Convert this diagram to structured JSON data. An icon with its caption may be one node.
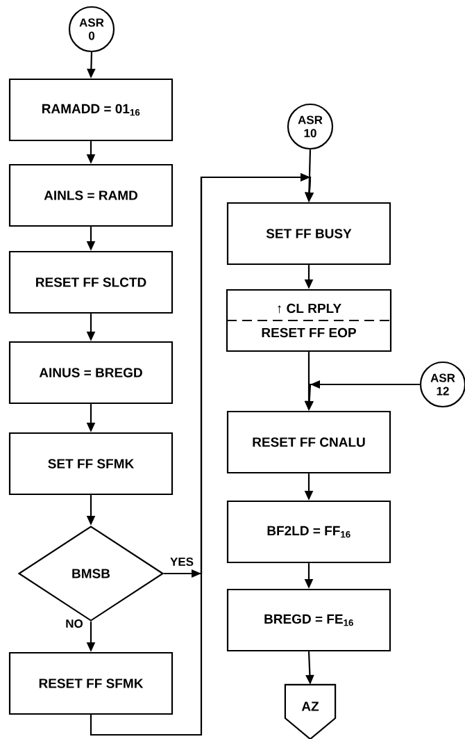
{
  "diagram": {
    "nodes": [
      {
        "text": [
          "ASR 0"
        ]
      },
      {
        "text": [
          "RAMADD = 01$_{16}$"
        ]
      },
      {
        "text": [
          "AINLS = RAMD"
        ]
      },
      {
        "text": [
          "RESET FF SLCTD"
        ]
      },
      {
        "text": [
          "AINUS = BREGD"
        ]
      },
      {
        "text": [
          "SET FF SFMK"
        ]
      },
      {
        "text": [
          "BMSB"
        ]
      },
      {
        "text": [
          "RESET FF SFMK"
        ]
      },
      {
        "text": [
          "ASR 10"
        ]
      },
      {
        "text": [
          "SET FF BUSY"
        ]
      },
      {
        "text": [
          "↑ CL RPLY",
          "RESET FF EOP"
        ]
      },
      {
        "text": [
          "ASR 12"
        ]
      },
      {
        "text": [
          "RESET FF CNALU"
        ]
      },
      {
        "text": [
          "BF2LD = FF$_{16}$"
        ]
      },
      {
        "text": [
          "BREGD = FE$_{16}$"
        ]
      },
      {
        "text": [
          "AZ"
        ]
      }
    ],
    "edges": [
      {
        "from": 0,
        "to": 1,
        "arrow": "to"
      },
      {
        "from": 1,
        "to": 2,
        "arrow": "to"
      },
      {
        "from": 2,
        "to": 3,
        "arrow": "to"
      },
      {
        "from": 3,
        "to": 4,
        "arrow": "to"
      },
      {
        "from": 4,
        "to": 5,
        "arrow": "to"
      },
      {
        "from": 5,
        "to": 6,
        "arrow": "to"
      },
      {
        "from": 6,
        "to": 7,
        "label": "NO",
        "arrow": "to"
      },
      {
        "from": 6,
        "to": 9,
        "label": "YES",
        "arrow": "to"
      },
      {
        "from": 7,
        "to": 9,
        "arrow": "to"
      },
      {
        "from": 8,
        "to": 9,
        "arrow": "to"
      },
      {
        "from": 9,
        "to": 10,
        "arrow": "to"
      },
      {
        "from": 10,
        "to": 12,
        "arrow": "to"
      },
      {
        "from": 11,
        "to": 12,
        "arrow": "to"
      },
      {
        "from": 12,
        "to": 13,
        "arrow": "to"
      },
      {
        "from": 13,
        "to": 14,
        "arrow": "to"
      },
      {
        "from": 14,
        "to": 15,
        "arrow": "to"
      }
    ]
  }
}
